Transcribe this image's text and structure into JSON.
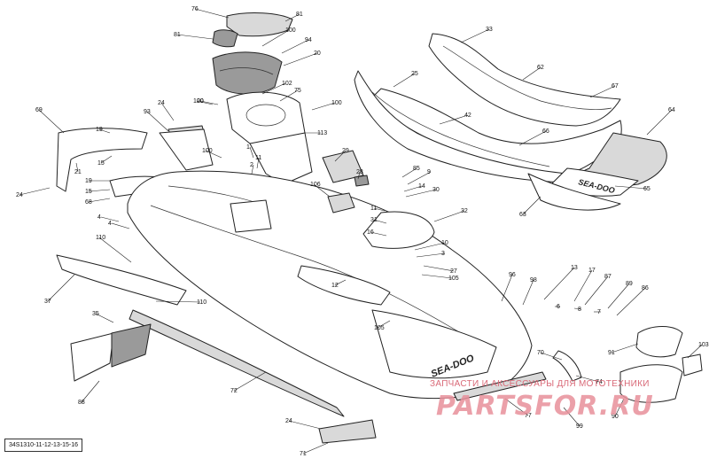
{
  "diagram_code": "34S1310-11-12-13-15-16",
  "watermark": {
    "text": "ЗАПЧАСТИ И АКСЕССУАРЫ ДЛЯ МОТОТЕХНИКИ",
    "logo": "PARTSFOR.RU"
  },
  "brand_decal": "SEA-DOO",
  "callouts": [
    "76",
    "81",
    "81",
    "100",
    "94",
    "20",
    "102",
    "75",
    "20",
    "100",
    "100",
    "113",
    "24",
    "93",
    "69",
    "19",
    "15",
    "21",
    "100",
    "1",
    "11",
    "2",
    "29",
    "28",
    "85",
    "9",
    "14",
    "30",
    "24",
    "19",
    "15",
    "68",
    "106",
    "11",
    "31",
    "16",
    "4",
    "4",
    "110",
    "32",
    "10",
    "3",
    "27",
    "105",
    "12",
    "105",
    "37",
    "110",
    "35",
    "13",
    "17",
    "96",
    "98",
    "87",
    "89",
    "86",
    "88",
    "72",
    "91",
    "103",
    "70",
    "74",
    "90",
    "99",
    "77",
    "24",
    "71",
    "33",
    "62",
    "25",
    "67",
    "42",
    "66",
    "64",
    "65",
    "63",
    "6",
    "8",
    "7"
  ],
  "colors": {
    "line": "#222222",
    "fill_grey": "#d9d9d9",
    "fill_dark": "#9a9a9a",
    "watermark_text": "#d96a78",
    "watermark_logo": "#e8909b"
  }
}
